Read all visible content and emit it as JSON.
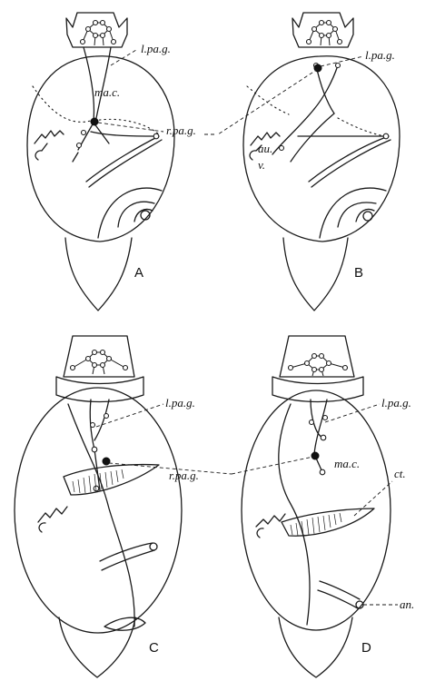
{
  "labels": {
    "l_pa_g": "l.pa.g.",
    "r_pa_g": "r.pa.g.",
    "ma_c": "ma.c.",
    "au": "au.",
    "v": "v.",
    "ct": "ct.",
    "an": "an."
  },
  "panels": [
    "A",
    "B",
    "C",
    "D"
  ]
}
